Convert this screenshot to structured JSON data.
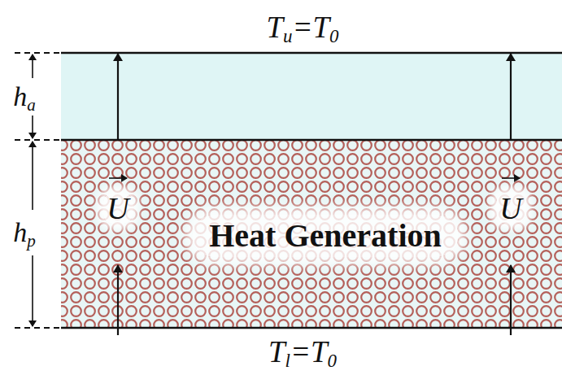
{
  "diagram": {
    "nodes": [
      {
        "text": [
          "Heat Generation"
        ]
      }
    ],
    "labels": [
      "Tu=T0",
      "ha",
      "hp",
      "U",
      "U",
      "Tl=T0"
    ]
  }
}
